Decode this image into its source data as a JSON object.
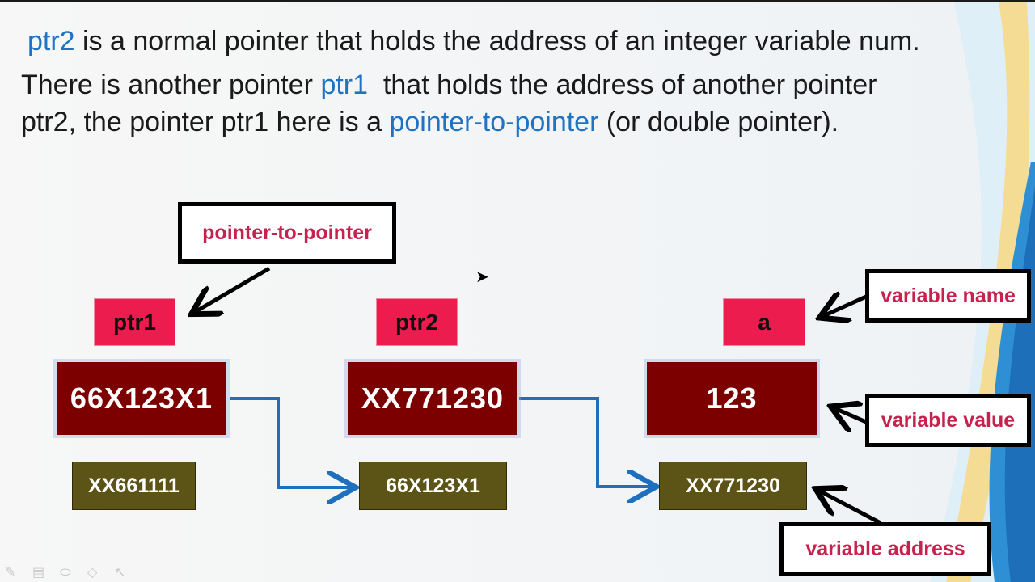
{
  "text": {
    "line1": {
      "p1": "ptr2",
      "p2": " is a normal pointer that holds the address of an integer variable num."
    },
    "line2": {
      "p1": "There is another pointer ",
      "p2": "ptr1",
      "p3": "  that holds the address of another pointer"
    },
    "line3": {
      "p1": "ptr2, the pointer ptr1 here is a ",
      "p2": "pointer-to-pointer",
      "p3": " (or double pointer)."
    }
  },
  "diagram": {
    "label_pointer_to_pointer": "pointer-to-pointer",
    "ptr1": {
      "name": "ptr1",
      "value": "66X123X1",
      "address": "XX661111"
    },
    "ptr2": {
      "name": "ptr2",
      "value": "XX771230",
      "address": "66X123X1"
    },
    "var": {
      "name": "a",
      "value": "123",
      "address": "XX771230"
    },
    "label_variable_name": "variable name",
    "label_variable_value": "variable value",
    "label_variable_address": "variable address"
  },
  "colors": {
    "highlight_text": "#1f73c2",
    "name_box": "#ec1c4e",
    "value_box": "#7d0000",
    "address_box": "#5c5316",
    "label_text": "#c7224e",
    "connector": "#1f6fbf"
  },
  "icons": [
    "pen-icon",
    "slides-icon",
    "eraser-icon",
    "highlighter-icon",
    "cursor-icon"
  ]
}
